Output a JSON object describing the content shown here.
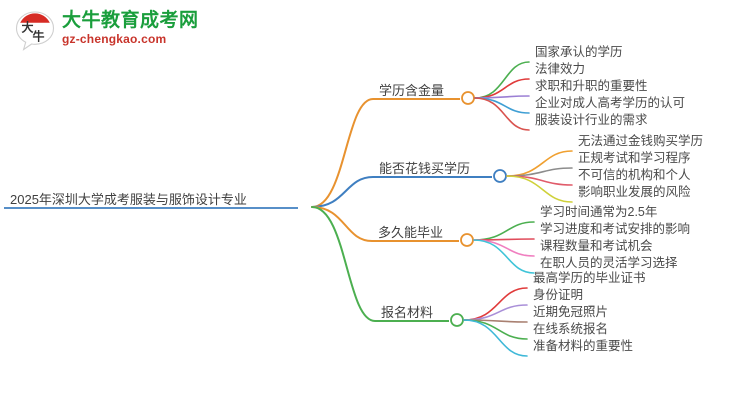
{
  "logo": {
    "mark_text_top": "大",
    "mark_text_bottom": "牛",
    "title": "大牛教育成考网",
    "subtitle": "gz-chengkao.com",
    "title_color": "#1a9e3c",
    "subtitle_color": "#c8342b",
    "mark_color": "#d62b24"
  },
  "mindmap": {
    "root": {
      "label": "2025年深圳大学成考服装与服饰设计专业",
      "underline_color": "#3f7fc1",
      "node_color": "#3f7fc1"
    },
    "branches": [
      {
        "label": "学历含金量",
        "underline_color": "#e8922f",
        "node_color": "#e8922f",
        "link_color": "#e8922f",
        "children": [
          {
            "label": "国家承认的学历",
            "color": "#4caf50"
          },
          {
            "label": "法律效力",
            "color": "#e03b3b"
          },
          {
            "label": "求职和升职的重要性",
            "color": "#9b7fd4"
          },
          {
            "label": "企业对成人高考学历的认可",
            "color": "#3f9fd4"
          },
          {
            "label": "服装设计行业的需求",
            "color": "#d9534f"
          }
        ]
      },
      {
        "label": "能否花钱买学历",
        "underline_color": "#3f7fc1",
        "node_color": "#3f7fc1",
        "link_color": "#3f7fc1",
        "children": [
          {
            "label": "无法通过金钱购买学历",
            "color": "#f0a030"
          },
          {
            "label": "正规考试和学习程序",
            "color": "#8c8c8c"
          },
          {
            "label": "不可信的机构和个人",
            "color": "#e05b6a"
          },
          {
            "label": "影响职业发展的风险",
            "color": "#cfd13a"
          }
        ]
      },
      {
        "label": "多久能毕业",
        "underline_color": "#e8922f",
        "node_color": "#e8922f",
        "link_color": "#e8922f",
        "children": [
          {
            "label": "学习时间通常为2.5年",
            "color": "#4caf50"
          },
          {
            "label": "学习进度和考试安排的影响",
            "color": "#e04b5a"
          },
          {
            "label": "课程数量和考试机会",
            "color": "#f07fc0"
          },
          {
            "label": "在职人员的灵活学习选择",
            "color": "#3fc4d8"
          }
        ]
      },
      {
        "label": "报名材料",
        "underline_color": "#4caf50",
        "node_color": "#4caf50",
        "link_color": "#4caf50",
        "children": [
          {
            "label": "最高学历的毕业证书",
            "color": "#e03b3b"
          },
          {
            "label": "身份证明",
            "color": "#a98fd8"
          },
          {
            "label": "近期免冠照片",
            "color": "#a98071"
          },
          {
            "label": "在线系统报名",
            "color": "#4caf50"
          },
          {
            "label": "准备材料的重要性",
            "color": "#3fb8d8"
          }
        ]
      }
    ]
  }
}
